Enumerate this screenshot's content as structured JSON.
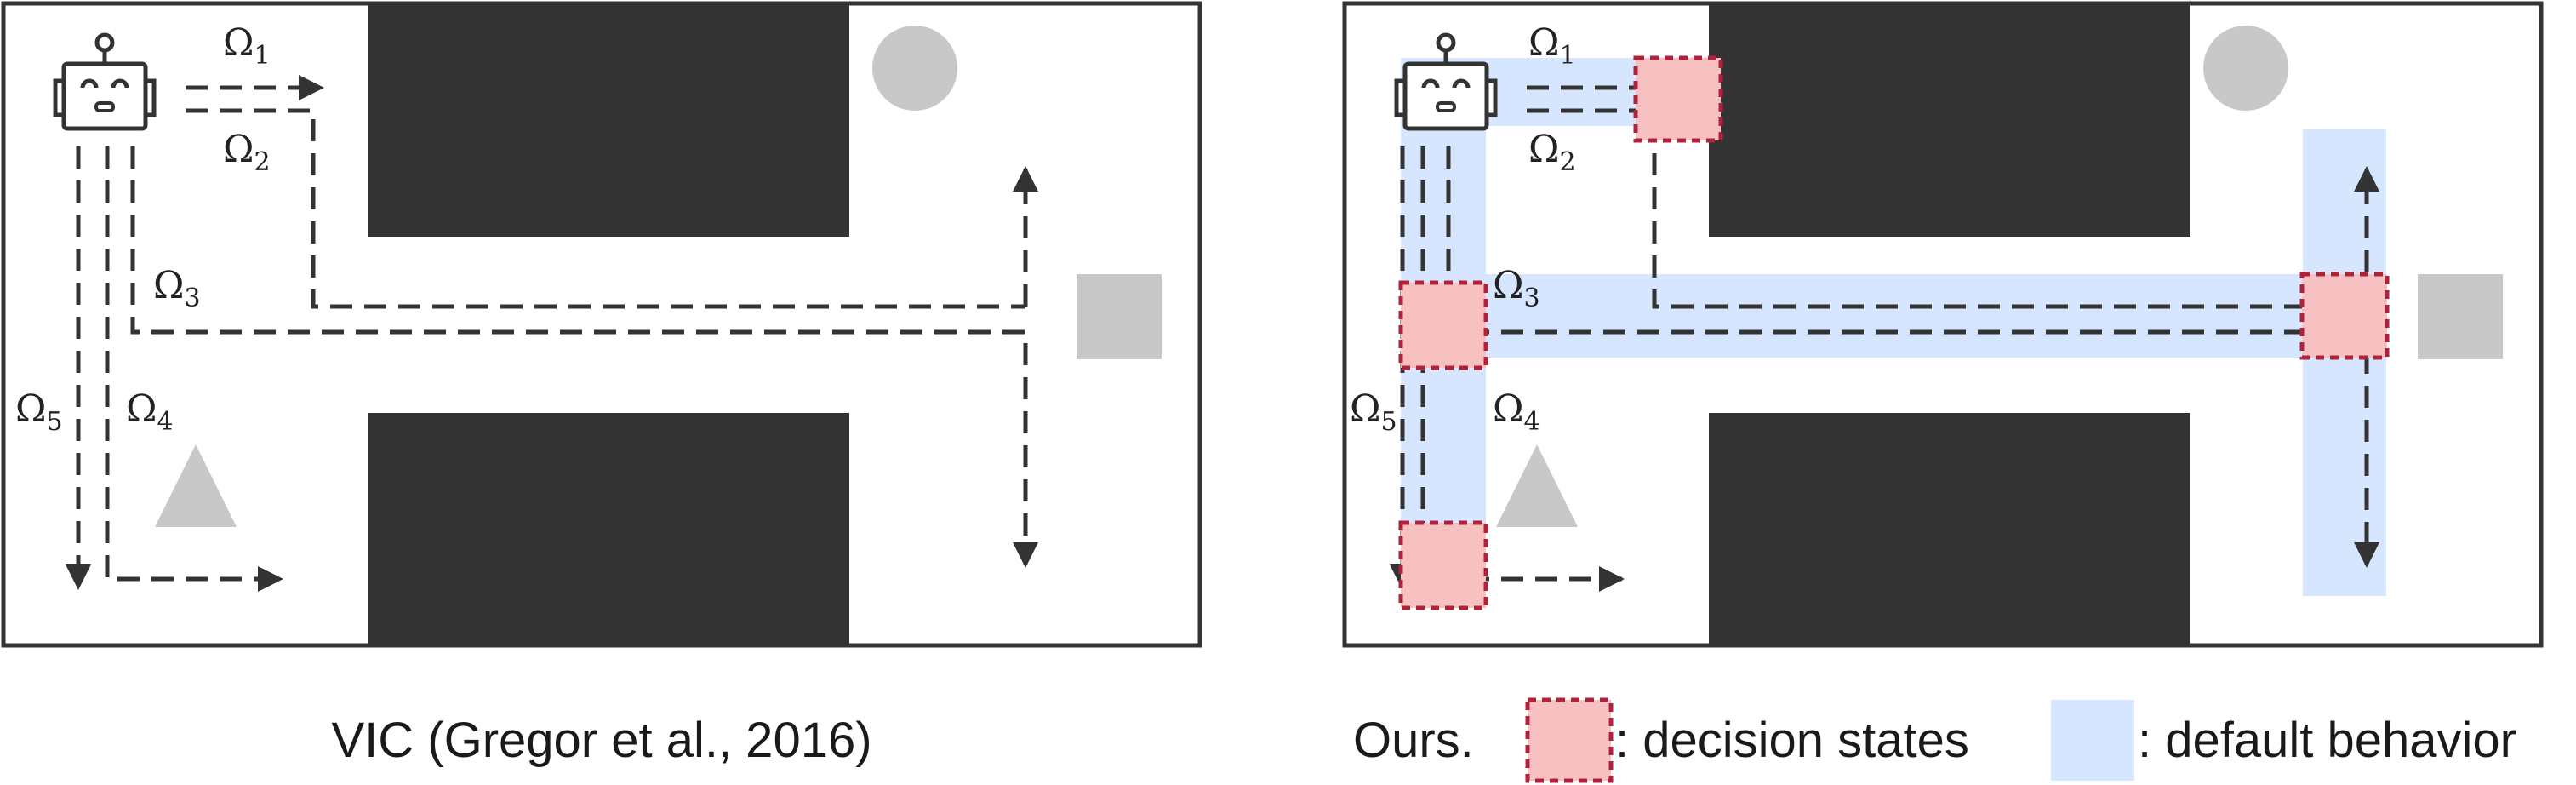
{
  "panels": [
    {
      "id": "vic",
      "caption": "VIC (Gregor et al., 2016)",
      "options": [
        {
          "base": "Ω",
          "sub": "1"
        },
        {
          "base": "Ω",
          "sub": "2"
        },
        {
          "base": "Ω",
          "sub": "3"
        },
        {
          "base": "Ω",
          "sub": "4"
        },
        {
          "base": "Ω",
          "sub": "5"
        }
      ]
    },
    {
      "id": "ours",
      "caption": "Ours.",
      "options": [
        {
          "base": "Ω",
          "sub": "1"
        },
        {
          "base": "Ω",
          "sub": "2"
        },
        {
          "base": "Ω",
          "sub": "3"
        },
        {
          "base": "Ω",
          "sub": "4"
        },
        {
          "base": "Ω",
          "sub": "5"
        }
      ]
    }
  ],
  "legend": {
    "decision_states": ": decision states",
    "default_behavior": ": default behavior"
  },
  "colors": {
    "wall": "#333333",
    "goal": "#c8c8c8",
    "decision_fill": "#f8c1c1",
    "decision_border": "#b0223a",
    "default_fill": "#d6e6ff"
  }
}
